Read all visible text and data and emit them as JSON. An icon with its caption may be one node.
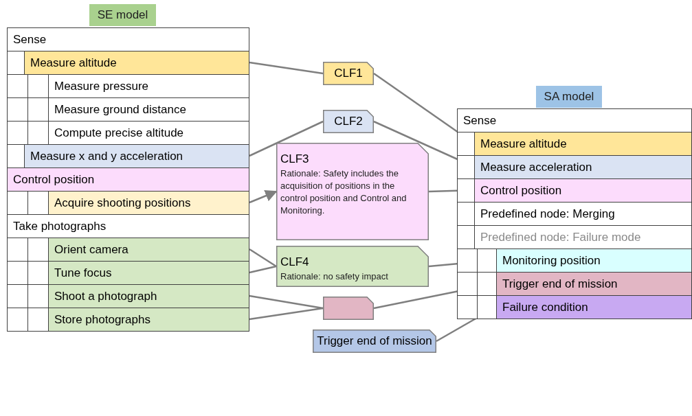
{
  "diagram": {
    "nodes": [
      {
        "text": [
          "SE model"
        ]
      },
      {
        "text": [
          "Sense"
        ]
      },
      {
        "text": [
          "Measure altitude"
        ]
      },
      {
        "text": [
          "Measure pressure"
        ]
      },
      {
        "text": [
          "Measure ground distance"
        ]
      },
      {
        "text": [
          "Compute precise altitude"
        ]
      },
      {
        "text": [
          "Measure x and y acceleration"
        ]
      },
      {
        "text": [
          "Control position"
        ]
      },
      {
        "text": [
          "Acquire shooting positions"
        ]
      },
      {
        "text": [
          "Take photographs"
        ]
      },
      {
        "text": [
          "Orient camera"
        ]
      },
      {
        "text": [
          "Tune focus"
        ]
      },
      {
        "text": [
          "Shoot a photograph"
        ]
      },
      {
        "text": [
          "Store photographs"
        ]
      },
      {
        "text": [
          "CLF1"
        ]
      },
      {
        "text": [
          "CLF2"
        ]
      },
      {
        "text": [
          "CLF3",
          "Rationale: Safety includes the acquisition of positions in the control position and Control and Monitoring."
        ]
      },
      {
        "text": [
          "CLF4",
          "Rationale: no safety impact"
        ]
      },
      {
        "text": [],
        "shape": "box"
      },
      {
        "text": [
          "Trigger end of mission"
        ]
      },
      {
        "text": [
          "SA model"
        ]
      },
      {
        "text": [
          "Sense"
        ]
      },
      {
        "text": [
          "Measure altitude"
        ]
      },
      {
        "text": [
          "Measure acceleration"
        ]
      },
      {
        "text": [
          "Control position"
        ]
      },
      {
        "text": [
          "Predefined node: Merging"
        ]
      },
      {
        "text": [
          "Predefined node: Failure mode"
        ]
      },
      {
        "text": [
          "Monitoring position"
        ]
      },
      {
        "text": [
          "Trigger end of mission"
        ]
      },
      {
        "text": [
          "Failure condition"
        ]
      }
    ],
    "edges": [
      {
        "from": 2,
        "to": 14,
        "arrow": "none"
      },
      {
        "from": 14,
        "to": 22,
        "arrow": "none"
      },
      {
        "from": 6,
        "to": 15,
        "arrow": "none"
      },
      {
        "from": 15,
        "to": 23,
        "arrow": "none"
      },
      {
        "from": 8,
        "to": 16,
        "arrow": "to"
      },
      {
        "from": 16,
        "to": 24,
        "arrow": "none"
      },
      {
        "from": 10,
        "to": 17,
        "arrow": "none"
      },
      {
        "from": 11,
        "to": 17,
        "arrow": "none"
      },
      {
        "from": 17,
        "to": 27,
        "arrow": "none"
      },
      {
        "from": 12,
        "to": 18,
        "arrow": "none"
      },
      {
        "from": 13,
        "to": 18,
        "arrow": "none"
      },
      {
        "from": 18,
        "to": 28,
        "arrow": "none"
      },
      {
        "from": 19,
        "to": 29,
        "arrow": "none"
      }
    ]
  }
}
